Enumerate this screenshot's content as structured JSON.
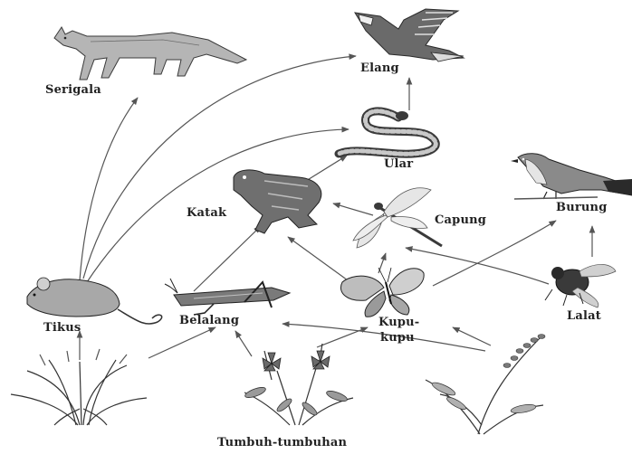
{
  "organisms": {
    "serigala": "Serigala",
    "elang": "Elang",
    "ular": "Ular",
    "katak": "Katak",
    "capung": "Capung",
    "burung": "Burung",
    "tikus": "Tikus",
    "belalang": "Belalang",
    "kupu_line1": "Kupu-",
    "kupu_line2": "kupu",
    "lalat": "Lalat",
    "tumbuhan": "Tumbuh-tumbuhan"
  },
  "food_web_links": [
    {
      "from": "Tumbuh-tumbuhan",
      "to": "Tikus"
    },
    {
      "from": "Tumbuh-tumbuhan",
      "to": "Belalang"
    },
    {
      "from": "Tumbuh-tumbuhan",
      "to": "Kupu-kupu"
    },
    {
      "from": "Tikus",
      "to": "Serigala"
    },
    {
      "from": "Tikus",
      "to": "Elang"
    },
    {
      "from": "Tikus",
      "to": "Ular"
    },
    {
      "from": "Belalang",
      "to": "Katak"
    },
    {
      "from": "Kupu-kupu",
      "to": "Katak"
    },
    {
      "from": "Kupu-kupu",
      "to": "Capung"
    },
    {
      "from": "Kupu-kupu",
      "to": "Burung"
    },
    {
      "from": "Capung",
      "to": "Katak"
    },
    {
      "from": "Lalat",
      "to": "Capung"
    },
    {
      "from": "Lalat",
      "to": "Burung"
    },
    {
      "from": "Katak",
      "to": "Ular"
    },
    {
      "from": "Ular",
      "to": "Elang"
    }
  ],
  "colors": {
    "ink": "#222222",
    "arrow": "#555555",
    "fill_light": "#d9d9d9",
    "fill_mid": "#9a9a9a",
    "fill_dark": "#3a3a3a"
  }
}
